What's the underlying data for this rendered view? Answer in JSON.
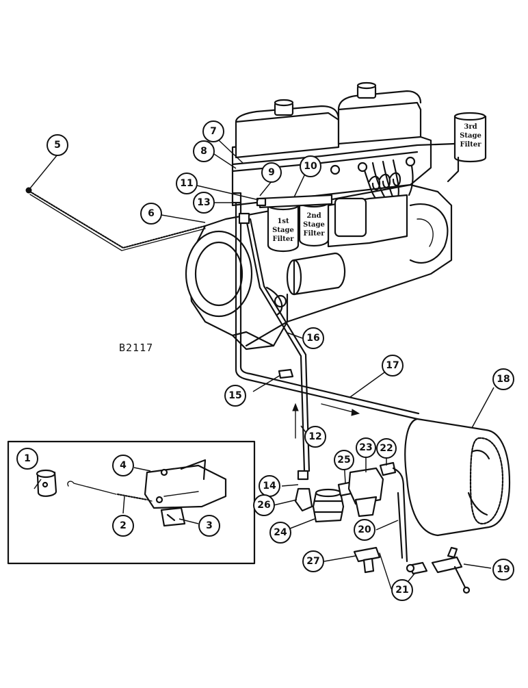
{
  "diagram": {
    "code_label": "B2117",
    "colors": {
      "ink": "#111111",
      "paper": "#ffffff"
    },
    "filter_labels": {
      "first": [
        "1st",
        "Stage",
        "Filter"
      ],
      "second": [
        "2nd",
        "Stage",
        "Filter"
      ],
      "third": [
        "3rd",
        "Stage",
        "Filter"
      ]
    },
    "callouts": [
      "1",
      "2",
      "3",
      "4",
      "5",
      "6",
      "7",
      "8",
      "9",
      "10",
      "11",
      "12",
      "13",
      "14",
      "15",
      "16",
      "17",
      "18",
      "19",
      "20",
      "21",
      "22",
      "23",
      "24",
      "25",
      "26",
      "27"
    ]
  }
}
